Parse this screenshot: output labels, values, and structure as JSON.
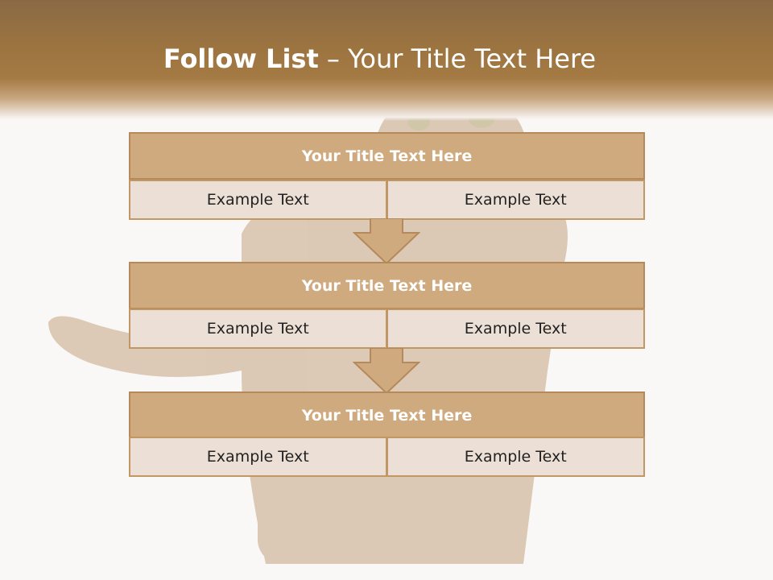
{
  "slide": {
    "title_bold": "Follow List",
    "title_separator": "–",
    "title_rest": "Your Title Text Here"
  },
  "blocks": [
    {
      "title": "Your Title Text Here",
      "cells": [
        "Example Text",
        "Example Text"
      ]
    },
    {
      "title": "Your Title Text Here",
      "cells": [
        "Example Text",
        "Example Text"
      ]
    },
    {
      "title": "Your Title Text Here",
      "cells": [
        "Example Text",
        "Example Text"
      ]
    }
  ],
  "colors": {
    "header_brown": "#9c7440",
    "block_title_fill": "#cfaa7e",
    "cell_fill": "#ecdfd5",
    "border": "#c29766"
  }
}
